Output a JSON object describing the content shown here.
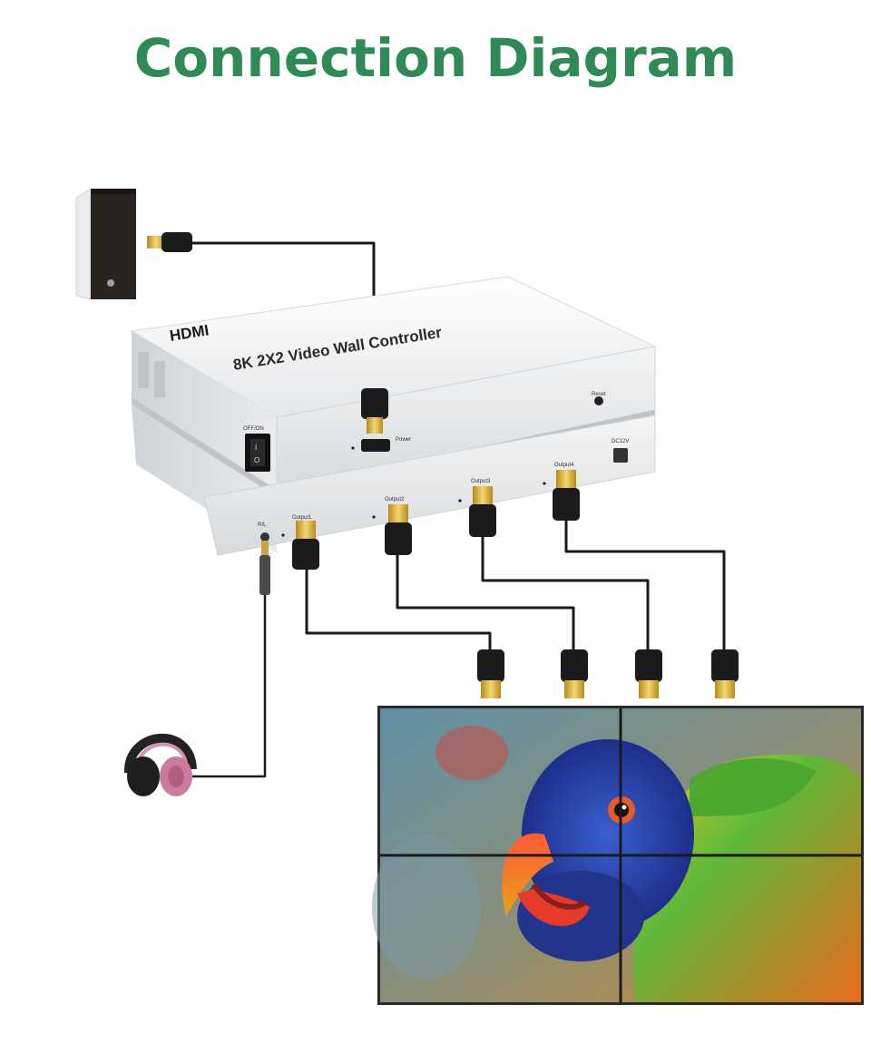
{
  "title": "Connection Diagram",
  "colors": {
    "title": "#2f8a55",
    "device_body": "#eef0f2",
    "device_shadow": "#c9cdd2",
    "cable": "#1a1a1a",
    "connector_gold": "#d9b03c",
    "screen_bezel": "#2a2a2a"
  },
  "device": {
    "brand": "HDMI",
    "model": "8K 2X2 Video Wall Controller",
    "power_switch_label": "OFF/ON",
    "power_label": "Power",
    "reset_label": "Reset",
    "dc_label": "DC12V",
    "audio_label": "R/L",
    "outputs": [
      "Output1",
      "Output2",
      "Output3",
      "Output4"
    ]
  },
  "icons": {
    "source": "pc-tower-icon",
    "audio": "headphones-icon",
    "display": "video-wall-icon"
  }
}
